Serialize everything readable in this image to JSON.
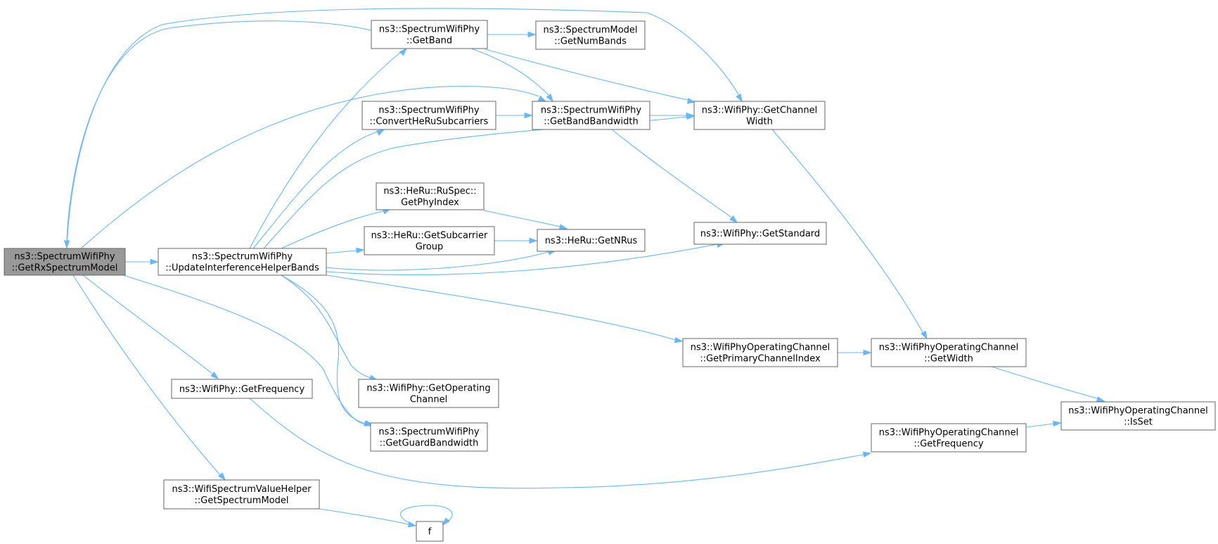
{
  "nodes": [
    {
      "id": "GetRxSpectrumModel",
      "lines": [
        "ns3::SpectrumWifiPhy",
        "::GetRxSpectrumModel"
      ],
      "root": true
    },
    {
      "id": "UpdateInterferenceHelperBands",
      "lines": [
        "ns3::SpectrumWifiPhy",
        "::UpdateInterferenceHelperBands"
      ]
    },
    {
      "id": "SWP_GetBand",
      "lines": [
        "ns3::SpectrumWifiPhy",
        "::GetBand"
      ]
    },
    {
      "id": "SM_GetNumBands",
      "lines": [
        "ns3::SpectrumModel",
        "::GetNumBands"
      ]
    },
    {
      "id": "ConvertHeRuSubcarriers",
      "lines": [
        "ns3::SpectrumWifiPhy",
        "::ConvertHeRuSubcarriers"
      ]
    },
    {
      "id": "GetBandBandwidth",
      "lines": [
        "ns3::SpectrumWifiPhy",
        "::GetBandBandwidth"
      ]
    },
    {
      "id": "GetChannelWidth",
      "lines": [
        "ns3::WifiPhy::GetChannel",
        "Width"
      ]
    },
    {
      "id": "GetPhyIndex",
      "lines": [
        "ns3::HeRu::RuSpec::",
        "GetPhyIndex"
      ]
    },
    {
      "id": "GetSubcarrierGroup",
      "lines": [
        "ns3::HeRu::GetSubcarrier",
        "Group"
      ]
    },
    {
      "id": "GetNRus",
      "lines": [
        "ns3::HeRu::GetNRus"
      ]
    },
    {
      "id": "GetStandard",
      "lines": [
        "ns3::WifiPhy::GetStandard"
      ]
    },
    {
      "id": "GetPrimaryChannelIndex",
      "lines": [
        "ns3::WifiPhyOperatingChannel",
        "::GetPrimaryChannelIndex"
      ]
    },
    {
      "id": "OC_GetWidth",
      "lines": [
        "ns3::WifiPhyOperatingChannel",
        "::GetWidth"
      ]
    },
    {
      "id": "OC_IsSet",
      "lines": [
        "ns3::WifiPhyOperatingChannel",
        "::IsSet"
      ]
    },
    {
      "id": "WifiPhy_GetFrequency",
      "lines": [
        "ns3::WifiPhy::GetFrequency"
      ]
    },
    {
      "id": "GetOperatingChannel",
      "lines": [
        "ns3::WifiPhy::GetOperating",
        "Channel"
      ]
    },
    {
      "id": "GetGuardBandwidth",
      "lines": [
        "ns3::SpectrumWifiPhy",
        "::GetGuardBandwidth"
      ]
    },
    {
      "id": "OC_GetFrequency",
      "lines": [
        "ns3::WifiPhyOperatingChannel",
        "::GetFrequency"
      ]
    },
    {
      "id": "GetSpectrumModel",
      "lines": [
        "ns3::WifiSpectrumValueHelper",
        "::GetSpectrumModel"
      ]
    },
    {
      "id": "f",
      "lines": [
        "f"
      ]
    }
  ],
  "edges": [
    {
      "from": "GetRxSpectrumModel",
      "to": "UpdateInterferenceHelperBands"
    },
    {
      "from": "SWP_GetBand",
      "to": "GetRxSpectrumModel"
    },
    {
      "from": "GetRxSpectrumModel",
      "to": "GetChannelWidth"
    },
    {
      "from": "GetRxSpectrumModel",
      "to": "GetBandBandwidth"
    },
    {
      "from": "GetRxSpectrumModel",
      "to": "WifiPhy_GetFrequency"
    },
    {
      "from": "GetRxSpectrumModel",
      "to": "GetGuardBandwidth"
    },
    {
      "from": "GetRxSpectrumModel",
      "to": "GetSpectrumModel"
    },
    {
      "from": "SWP_GetBand",
      "to": "SM_GetNumBands"
    },
    {
      "from": "SWP_GetBand",
      "to": "GetBandBandwidth"
    },
    {
      "from": "SWP_GetBand",
      "to": "GetChannelWidth"
    },
    {
      "from": "ConvertHeRuSubcarriers",
      "to": "GetBandBandwidth"
    },
    {
      "from": "GetBandBandwidth",
      "to": "GetChannelWidth"
    },
    {
      "from": "GetBandBandwidth",
      "to": "GetStandard"
    },
    {
      "from": "GetChannelWidth",
      "to": "OC_GetWidth"
    },
    {
      "from": "UpdateInterferenceHelperBands",
      "to": "SWP_GetBand"
    },
    {
      "from": "UpdateInterferenceHelperBands",
      "to": "ConvertHeRuSubcarriers"
    },
    {
      "from": "UpdateInterferenceHelperBands",
      "to": "GetChannelWidth"
    },
    {
      "from": "UpdateInterferenceHelperBands",
      "to": "GetPhyIndex"
    },
    {
      "from": "UpdateInterferenceHelperBands",
      "to": "GetSubcarrierGroup"
    },
    {
      "from": "UpdateInterferenceHelperBands",
      "to": "GetNRus"
    },
    {
      "from": "UpdateInterferenceHelperBands",
      "to": "GetStandard"
    },
    {
      "from": "UpdateInterferenceHelperBands",
      "to": "GetPrimaryChannelIndex"
    },
    {
      "from": "UpdateInterferenceHelperBands",
      "to": "GetOperatingChannel"
    },
    {
      "from": "UpdateInterferenceHelperBands",
      "to": "GetGuardBandwidth"
    },
    {
      "from": "GetPhyIndex",
      "to": "GetNRus"
    },
    {
      "from": "GetSubcarrierGroup",
      "to": "GetNRus"
    },
    {
      "from": "GetPrimaryChannelIndex",
      "to": "OC_GetWidth"
    },
    {
      "from": "OC_GetWidth",
      "to": "OC_IsSet"
    },
    {
      "from": "OC_GetFrequency",
      "to": "OC_IsSet"
    },
    {
      "from": "WifiPhy_GetFrequency",
      "to": "OC_GetFrequency"
    },
    {
      "from": "GetSpectrumModel",
      "to": "f"
    },
    {
      "from": "f",
      "to": "f"
    }
  ],
  "colors": {
    "edge": "#63b8ff",
    "node_border": "#666666",
    "root_fill": "#999999",
    "node_fill": "#ffffff"
  }
}
